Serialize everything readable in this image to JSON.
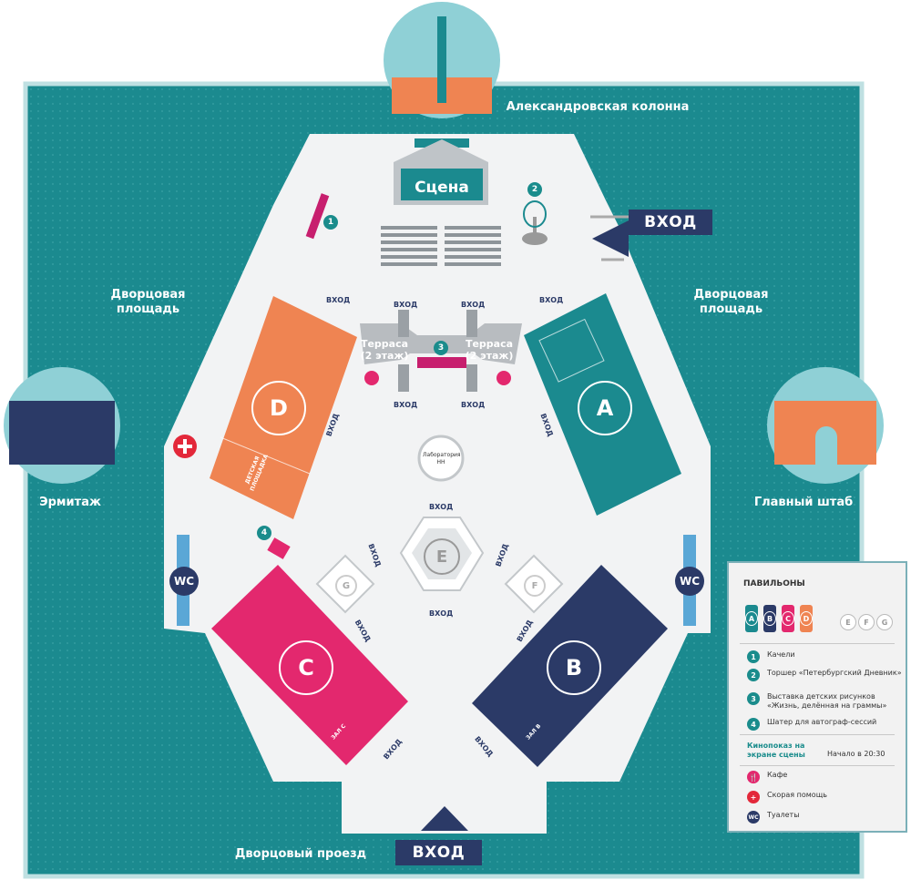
{
  "landmarks": {
    "column": "Александровская колонна",
    "hermitage": "Эрмитаж",
    "headquarters": "Главный штаб"
  },
  "areas": {
    "left_square": "Дворцовая площадь",
    "right_square": "Дворцовая площадь",
    "bottom_passage": "Дворцовый проезд"
  },
  "stage": "Сцена",
  "entrances": {
    "main_right": "ВХОД",
    "main_bottom": "ВХОД",
    "small": "ВХОД"
  },
  "terrace": {
    "left": "Терраса (2 этаж)",
    "right": "Терраса (2 этаж)"
  },
  "pavilions": {
    "A": "A",
    "B": "B",
    "C": "C",
    "D": "D",
    "E": "E",
    "F": "F",
    "G": "G",
    "lab": "Лаборатория НН"
  },
  "pavilion_notes": {
    "d_kids": "ДЕТСКАЯ ПЛОЩАДКА",
    "hall_c": "ЗАЛ С",
    "hall_b": "ЗАЛ В"
  },
  "markers": {
    "n1": "1",
    "n2": "2",
    "n3": "3",
    "n4": "4",
    "wc": "WC"
  },
  "legend": {
    "title": "ПАВИЛЬОНЫ",
    "pavilion_letters": [
      "A",
      "B",
      "C",
      "D"
    ],
    "small_pavilions": [
      "E",
      "F",
      "G"
    ],
    "items": [
      {
        "num": "1",
        "text": "Качели"
      },
      {
        "num": "2",
        "text": "Торшер «Петербургский Дневник»"
      },
      {
        "num": "3",
        "text": "Выставка детских рисунков «Жизнь, делённая на граммы»"
      },
      {
        "num": "4",
        "text": "Шатер для автограф-сессий"
      }
    ],
    "cinema": "Кинопоказ на экране сцены",
    "cinema_time": "Начало в 20:30",
    "cafe": "Кафе",
    "first_aid": "Скорая помощь",
    "toilets": "Туалеты",
    "wc": "WC"
  },
  "colors": {
    "teal": "#1b8a8f",
    "navy": "#2b3a67",
    "magenta": "#e3286e",
    "orange": "#ef8452",
    "plaza": "#f2f3f4"
  }
}
